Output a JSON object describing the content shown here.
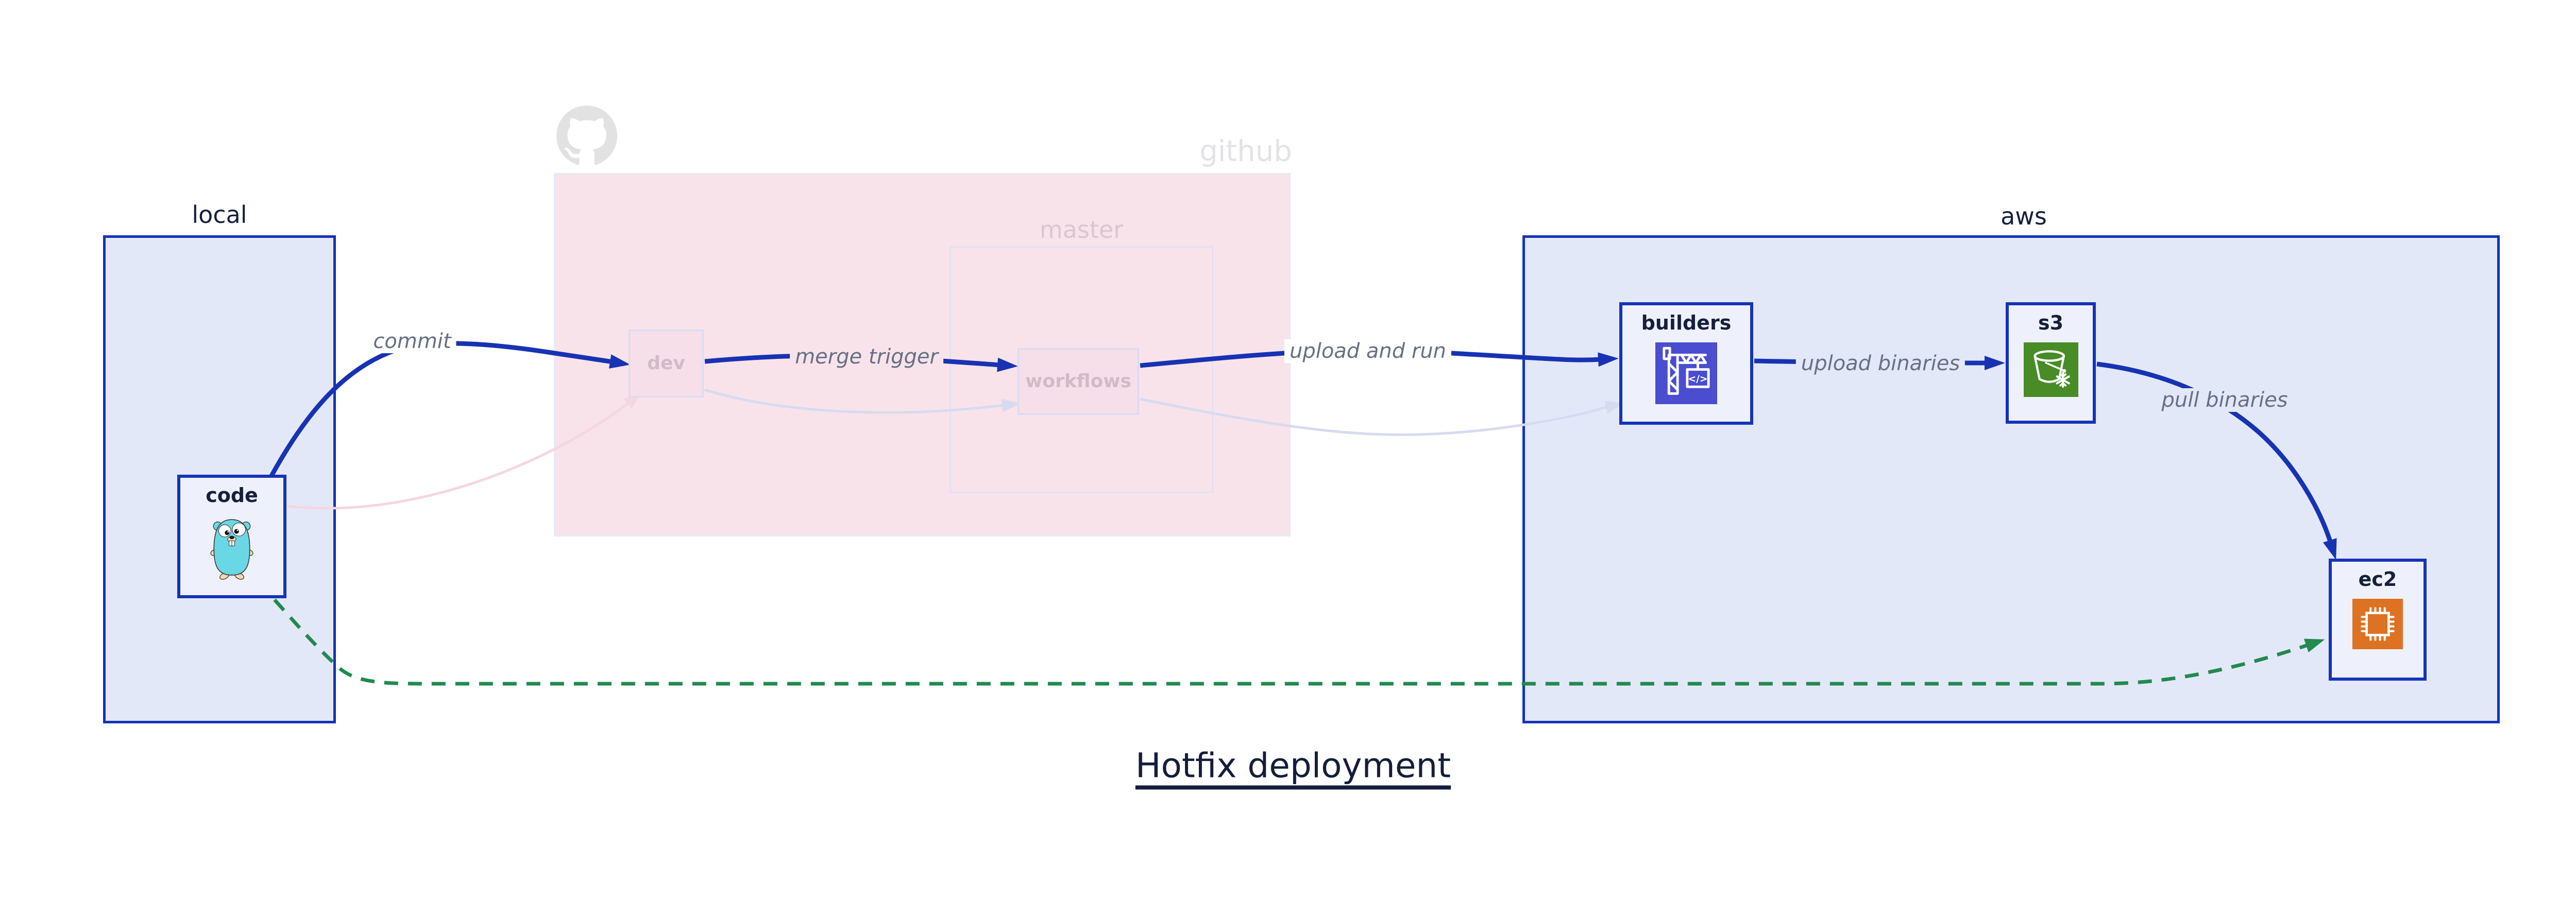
{
  "title": "Hotfix deployment",
  "groups": {
    "local": {
      "label": "local"
    },
    "github": {
      "label": "github",
      "master": {
        "label": "master"
      }
    },
    "aws": {
      "label": "aws"
    }
  },
  "nodes": {
    "code": {
      "label": "code",
      "icon": "go-gopher-icon"
    },
    "dev": {
      "label": "dev"
    },
    "workflows": {
      "label": "workflows"
    },
    "builders": {
      "label": "builders",
      "icon": "aws-codebuild-crane-icon"
    },
    "s3": {
      "label": "s3",
      "icon": "aws-s3-bucket-icon"
    },
    "ec2": {
      "label": "ec2",
      "icon": "aws-ec2-chip-icon"
    }
  },
  "edges": {
    "commit": {
      "label": "commit"
    },
    "merge_trigger": {
      "label": "merge trigger"
    },
    "upload_and_run": {
      "label": "upload and run"
    },
    "upload_binaries": {
      "label": "upload binaries"
    },
    "pull_binaries": {
      "label": "pull binaries"
    }
  },
  "colors": {
    "edge_blue": "#1733b3",
    "hotfix_green": "#218a4f",
    "container_fill": "#e3e8f9",
    "container_border": "#1533b8",
    "node_fill": "#eef1fb",
    "github_fill": "#f9e3ea",
    "faded_pink_edge": "#f4d7e1",
    "faded_lavender_edge": "#d7dbf0",
    "codebuild_indigo": "#4a4dd0",
    "s3_green": "#478c26",
    "ec2_orange": "#dd7222",
    "gopher_teal": "#6ad7e5",
    "edge_label_gray": "#667084",
    "text_navy": "#15203c"
  }
}
